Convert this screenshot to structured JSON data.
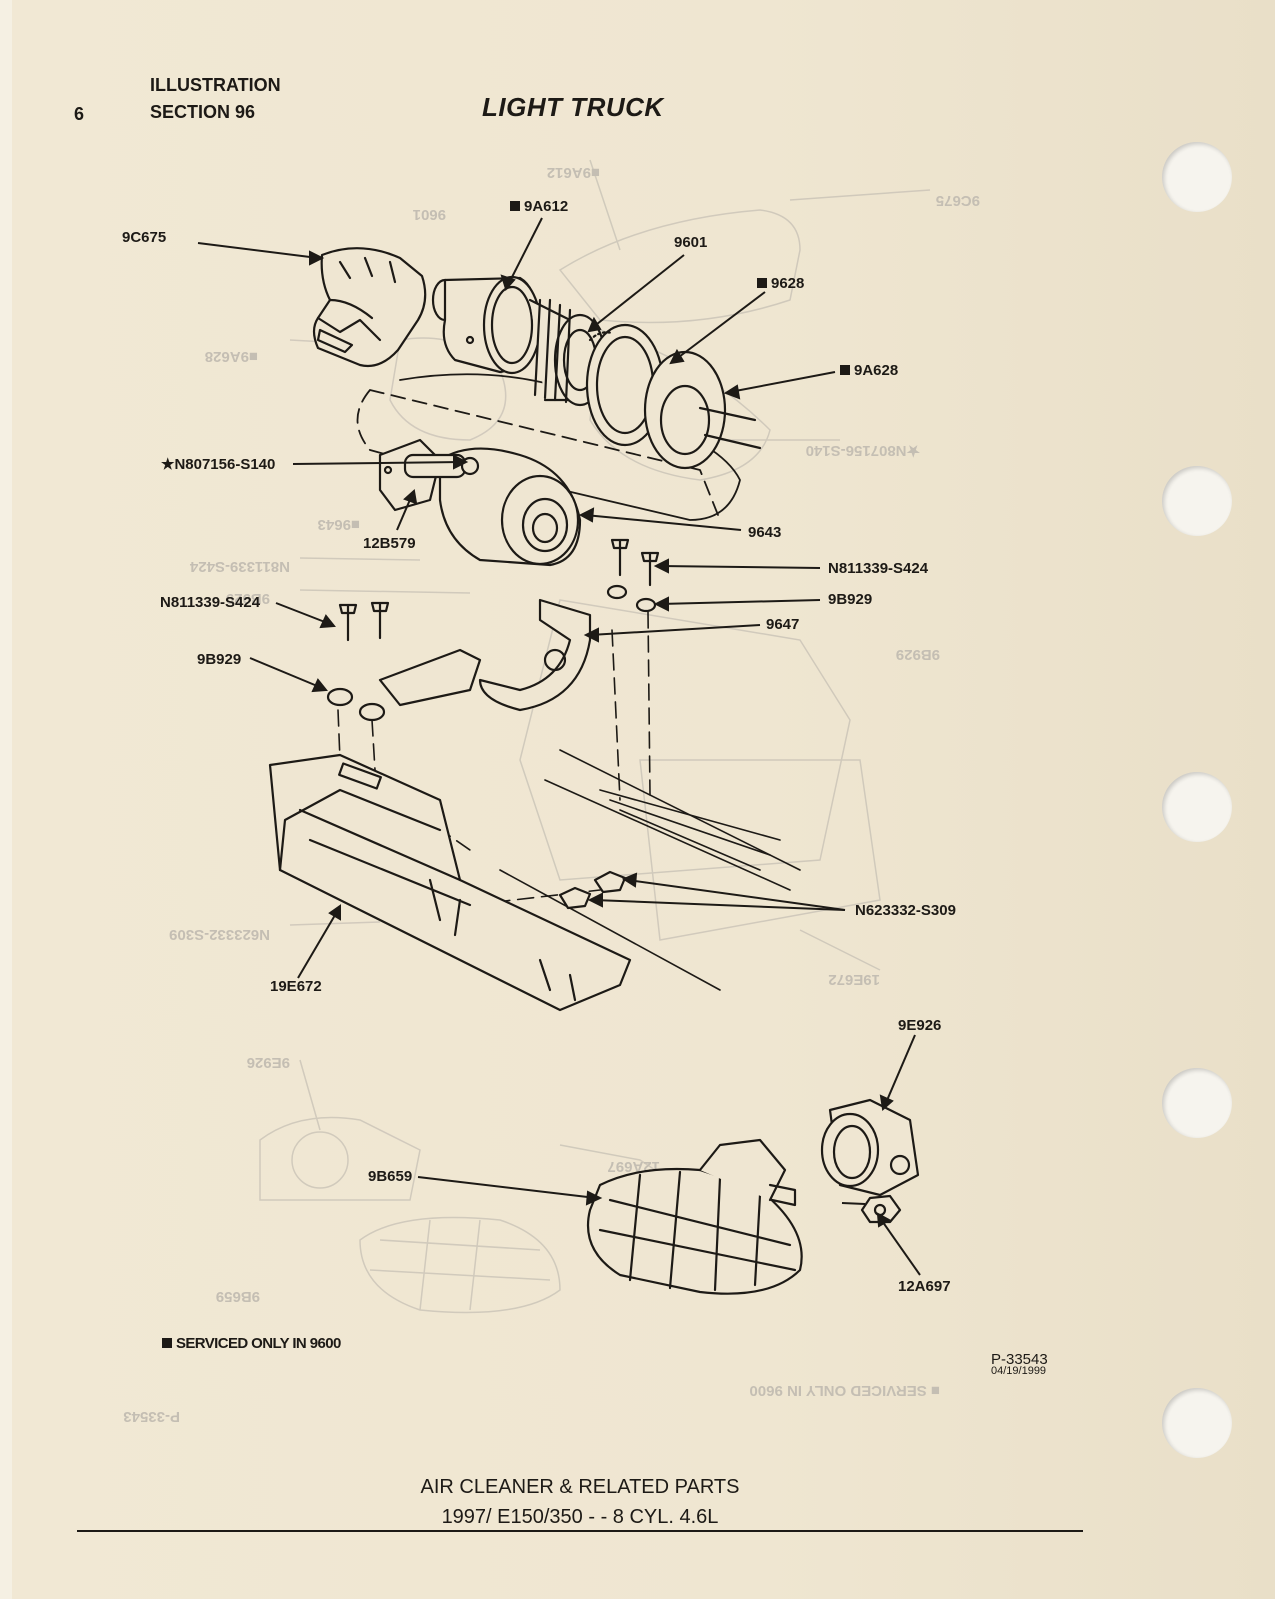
{
  "header": {
    "page_number": "6",
    "illustration_label": "ILLUSTRATION",
    "section_label": "SECTION 96",
    "title": "LIGHT TRUCK"
  },
  "callouts": [
    {
      "id": "9C675",
      "text": "9C675",
      "marked": false
    },
    {
      "id": "9A612",
      "text": "9A612",
      "marked": true
    },
    {
      "id": "9601",
      "text": "9601",
      "marked": false
    },
    {
      "id": "9628",
      "text": "9628",
      "marked": true
    },
    {
      "id": "9A628",
      "text": "9A628",
      "marked": true
    },
    {
      "id": "N807156-S140",
      "text": "★N807156-S140",
      "marked": false
    },
    {
      "id": "12B579",
      "text": "12B579",
      "marked": false
    },
    {
      "id": "9643",
      "text": "9643",
      "marked": false
    },
    {
      "id": "N811339-S424-right",
      "text": "N811339-S424",
      "marked": false
    },
    {
      "id": "9B929-right",
      "text": "9B929",
      "marked": false
    },
    {
      "id": "9647",
      "text": "9647",
      "marked": false
    },
    {
      "id": "N811339-S424-left",
      "text": "N811339-S424",
      "marked": false
    },
    {
      "id": "9B929-left",
      "text": "9B929",
      "marked": false
    },
    {
      "id": "N623332-S309",
      "text": "N623332-S309",
      "marked": false
    },
    {
      "id": "19E672",
      "text": "19E672",
      "marked": false
    },
    {
      "id": "9E926",
      "text": "9E926",
      "marked": false
    },
    {
      "id": "9B659",
      "text": "9B659",
      "marked": false
    },
    {
      "id": "12A697",
      "text": "12A697",
      "marked": false
    }
  ],
  "note": "SERVICED ONLY IN 9600",
  "drawing_number": "P-33543",
  "drawing_date": "04/19/1999",
  "footer": {
    "line1": "AIR CLEANER & RELATED PARTS",
    "line2": "1997/ E150/350 - - 8 CYL. 4.6L"
  },
  "colors": {
    "ink": "#1d1a16",
    "paper": "#efe6d2",
    "bleed": "#b9b3a8"
  }
}
